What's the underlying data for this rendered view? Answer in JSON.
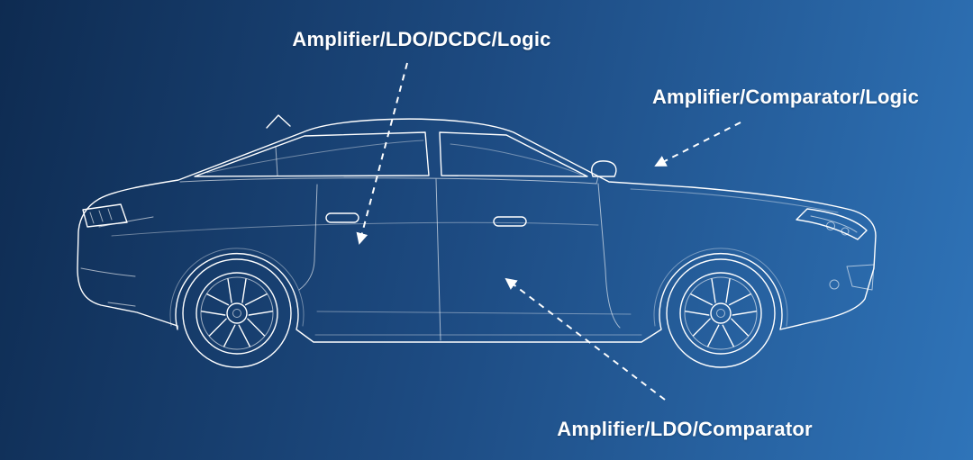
{
  "colors": {
    "bg-start": "#0e2b51",
    "bg-mid": "#1d4b82",
    "bg-end": "#2f74b9",
    "line": "#ffffff",
    "text": "#ffffff"
  },
  "diagram": {
    "illustration": "sedan-car-blueprint-line-art-side-view",
    "annotations": [
      {
        "id": "door",
        "label": "Amplifier/LDO/DCDC/Logic"
      },
      {
        "id": "mirror",
        "label": "Amplifier/Comparator/Logic"
      },
      {
        "id": "sill",
        "label": "Amplifier/LDO/Comparator"
      }
    ]
  }
}
